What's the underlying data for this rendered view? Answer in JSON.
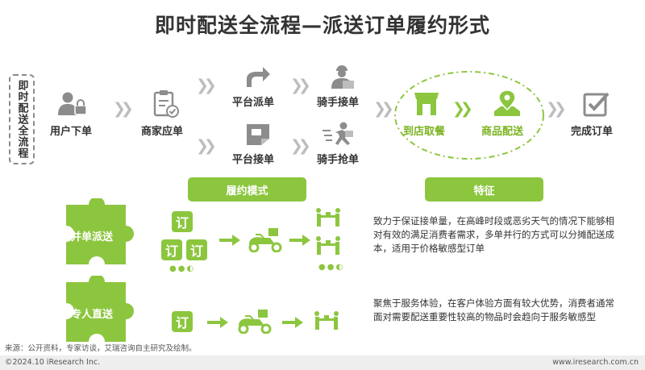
{
  "title": "即时配送全流程—派送订单履约形式",
  "process_label": "即时配送全流程",
  "steps": {
    "user_order": "用户下单",
    "merchant_accept": "商家应单",
    "platform_dispatch": "平台派单",
    "platform_accept": "平台接单",
    "rider_accept": "骑手接单",
    "rider_grab": "骑手抢单",
    "store_pickup": "到店取餐",
    "goods_delivery": "商品配送",
    "complete_order": "完成订单"
  },
  "sections": {
    "fulfillment_mode": "履约模式",
    "features": "特征"
  },
  "modes": [
    {
      "name": "并单派送",
      "order_glyph": "订",
      "description": "致力于保证接单量，在高峰时段或恶劣天气的情况下能够相对有效的满足消费者需求，多单并行的方式可以分摊配送成本，适用于价格敏感型订单"
    },
    {
      "name": "专人直送",
      "order_glyph": "订",
      "description": "聚焦于服务体验，在客户体验方面有较大优势，消费者通常面对需要配送重要性较高的物品时会趋向于服务敏感型"
    }
  ],
  "source": "来源：公开资料，专家访谈，艾瑞咨询自主研究及绘制。",
  "copyright": "©2024.10 iResearch Inc.",
  "website": "www.iresearch.com.cn",
  "colors": {
    "accent": "#8cc63f",
    "accent_text": "#7ab31f",
    "icon_gray": "#8c8c8c",
    "chevron": "#bdbdbd"
  }
}
